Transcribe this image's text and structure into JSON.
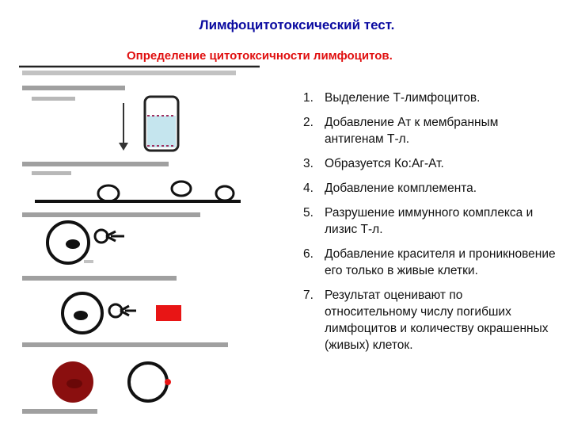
{
  "slide": {
    "title": "Лимфоцитотоксический тест.",
    "subtitle": "Определение цитотоксичности лимфоцитов."
  },
  "steps": [
    {
      "num": "1.",
      "text": "Выделение Т-лимфоцитов."
    },
    {
      "num": "2.",
      "text": "Добавление Ат к мембранным антигенам Т-л."
    },
    {
      "num": "3.",
      "text": "Образуется Ко:Аг-Ат."
    },
    {
      "num": "4.",
      "text": "Добавление комплемента."
    },
    {
      "num": "5.",
      "text": "Разрушение иммунного комплекса и лизис Т-л."
    },
    {
      "num": "6.",
      "text": "Добавление красителя и проникновение его только в живые клетки."
    },
    {
      "num": "7.",
      "text": "Результат оценивают по относительному числу погибших лимфоцитов и количеству окрашенных (живых) клеток."
    }
  ],
  "colors": {
    "title": "#0a0aa0",
    "subtitle": "#e01010",
    "dye": "#e81515",
    "stained_cell": "#8a0f0f",
    "tube_liquid": "#c5e5ee",
    "gel_band": "#a03060"
  }
}
